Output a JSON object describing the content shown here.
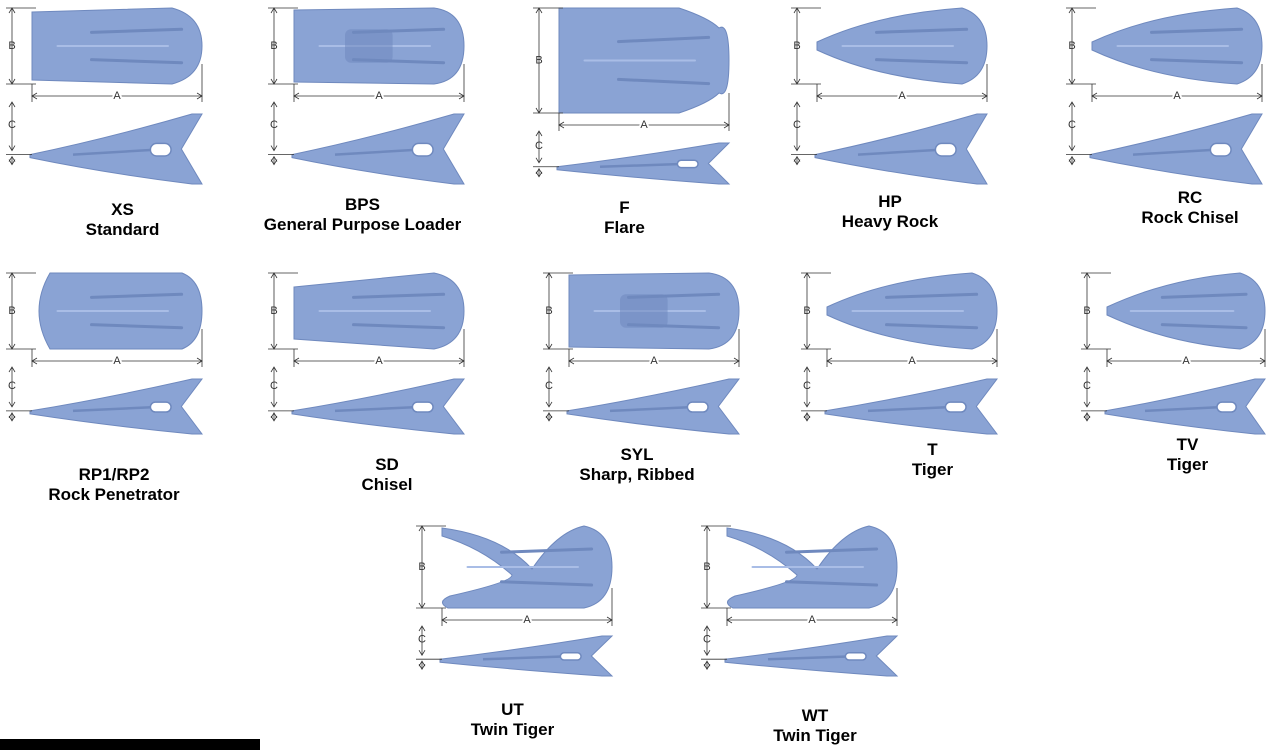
{
  "dimension_labels": {
    "a": "A",
    "b": "B",
    "c": "C"
  },
  "colors": {
    "tooth_fill": "#8aa3d4",
    "tooth_shade": "#6f89be",
    "tooth_highlight": "#a9bde6",
    "dim_line": "#333333",
    "caption": "#000000"
  },
  "teeth": [
    {
      "code": "XS",
      "name": "Standard",
      "style": "standard"
    },
    {
      "code": "BPS",
      "name": "General Purpose Loader",
      "style": "box"
    },
    {
      "code": "F",
      "name": "Flare",
      "style": "flare"
    },
    {
      "code": "HP",
      "name": "Heavy Rock",
      "style": "point"
    },
    {
      "code": "RC",
      "name": "Rock Chisel",
      "style": "point"
    },
    {
      "code": "RP1/RP2",
      "name": "Rock Penetrator",
      "style": "round"
    },
    {
      "code": "SD",
      "name": "Chisel",
      "style": "chisel"
    },
    {
      "code": "SYL",
      "name": "Sharp, Ribbed",
      "style": "box"
    },
    {
      "code": "T",
      "name": "Tiger",
      "style": "point"
    },
    {
      "code": "TV",
      "name": "Tiger",
      "style": "point"
    },
    {
      "code": "UT",
      "name": "Twin Tiger",
      "style": "twin"
    },
    {
      "code": "WT",
      "name": "Twin Tiger",
      "style": "twin"
    }
  ]
}
